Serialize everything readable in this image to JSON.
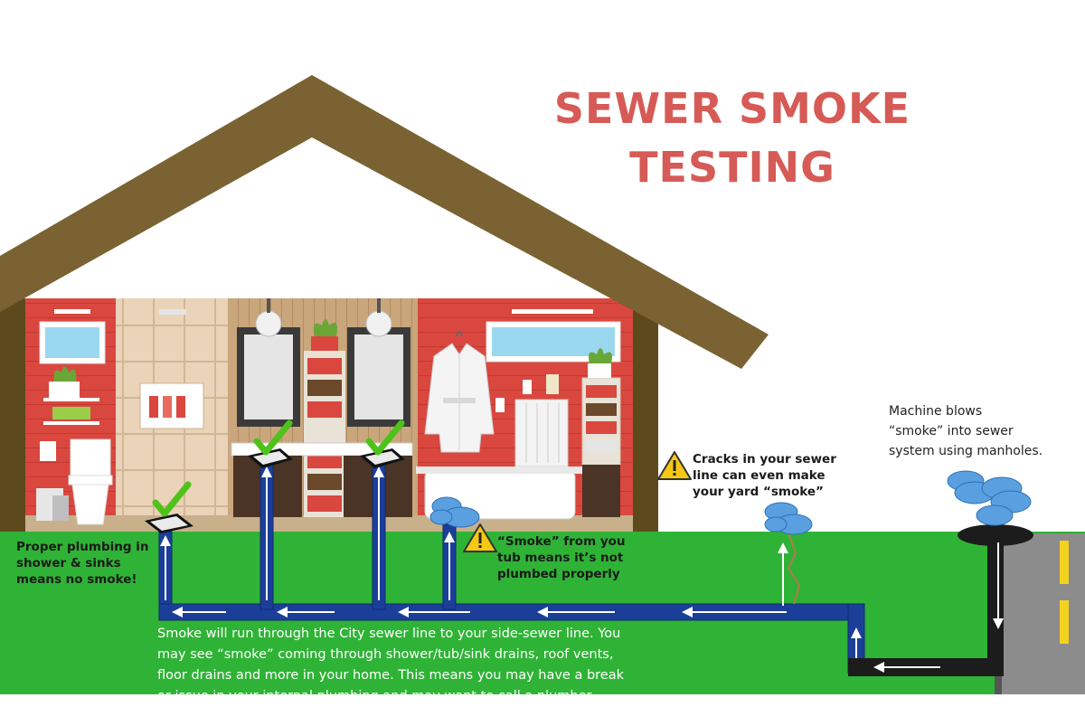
{
  "title_line1": "SEWER SMOKE",
  "title_line2": "TESTING",
  "callouts": {
    "proper_plumbing": [
      "Proper plumbing in",
      "shower & sinks",
      "means no smoke!"
    ],
    "tub_smoke": [
      "“Smoke” from you",
      "tub means it’s not",
      "plumbed properly"
    ],
    "yard_cracks": [
      "Cracks in your sewer",
      "line can even make",
      "your yard “smoke”"
    ],
    "machine": [
      "Machine blows",
      "“smoke” into sewer",
      "system using manholes."
    ]
  },
  "bottom_text": [
    "Smoke will run through the City sewer line to your side-sewer line. You",
    "may see “smoke” coming through shower/tub/sink drains, roof vents,",
    "floor drains and more in your home. This means you may have a break",
    "or issue in your internal plumbing and may want to call a plumber."
  ],
  "icons": [
    "roof",
    "house-wall",
    "mirror-icon",
    "plant-icon",
    "toilet-icon",
    "bathrobe-icon",
    "bathtub-icon",
    "radiator-icon",
    "shelf-icon",
    "checkmark-icon",
    "drain-icon",
    "warning-icon",
    "smoke-cloud-icon",
    "manhole-icon",
    "sewer-pipe",
    "flow-arrow-icon",
    "road-icon"
  ],
  "colors": {
    "title": "#d65a55",
    "roof": "#7a6232",
    "wall_red": "#d9473f",
    "tile": "#e9cfb3",
    "wood": "#c8a479",
    "grass": "#2fb336",
    "pipe": "#1b3f99",
    "check": "#4ec21a",
    "warning": "#f5c814",
    "smoke": "#5aa0e0",
    "road": "#8c8c8c",
    "road_line": "#f2d21e"
  }
}
